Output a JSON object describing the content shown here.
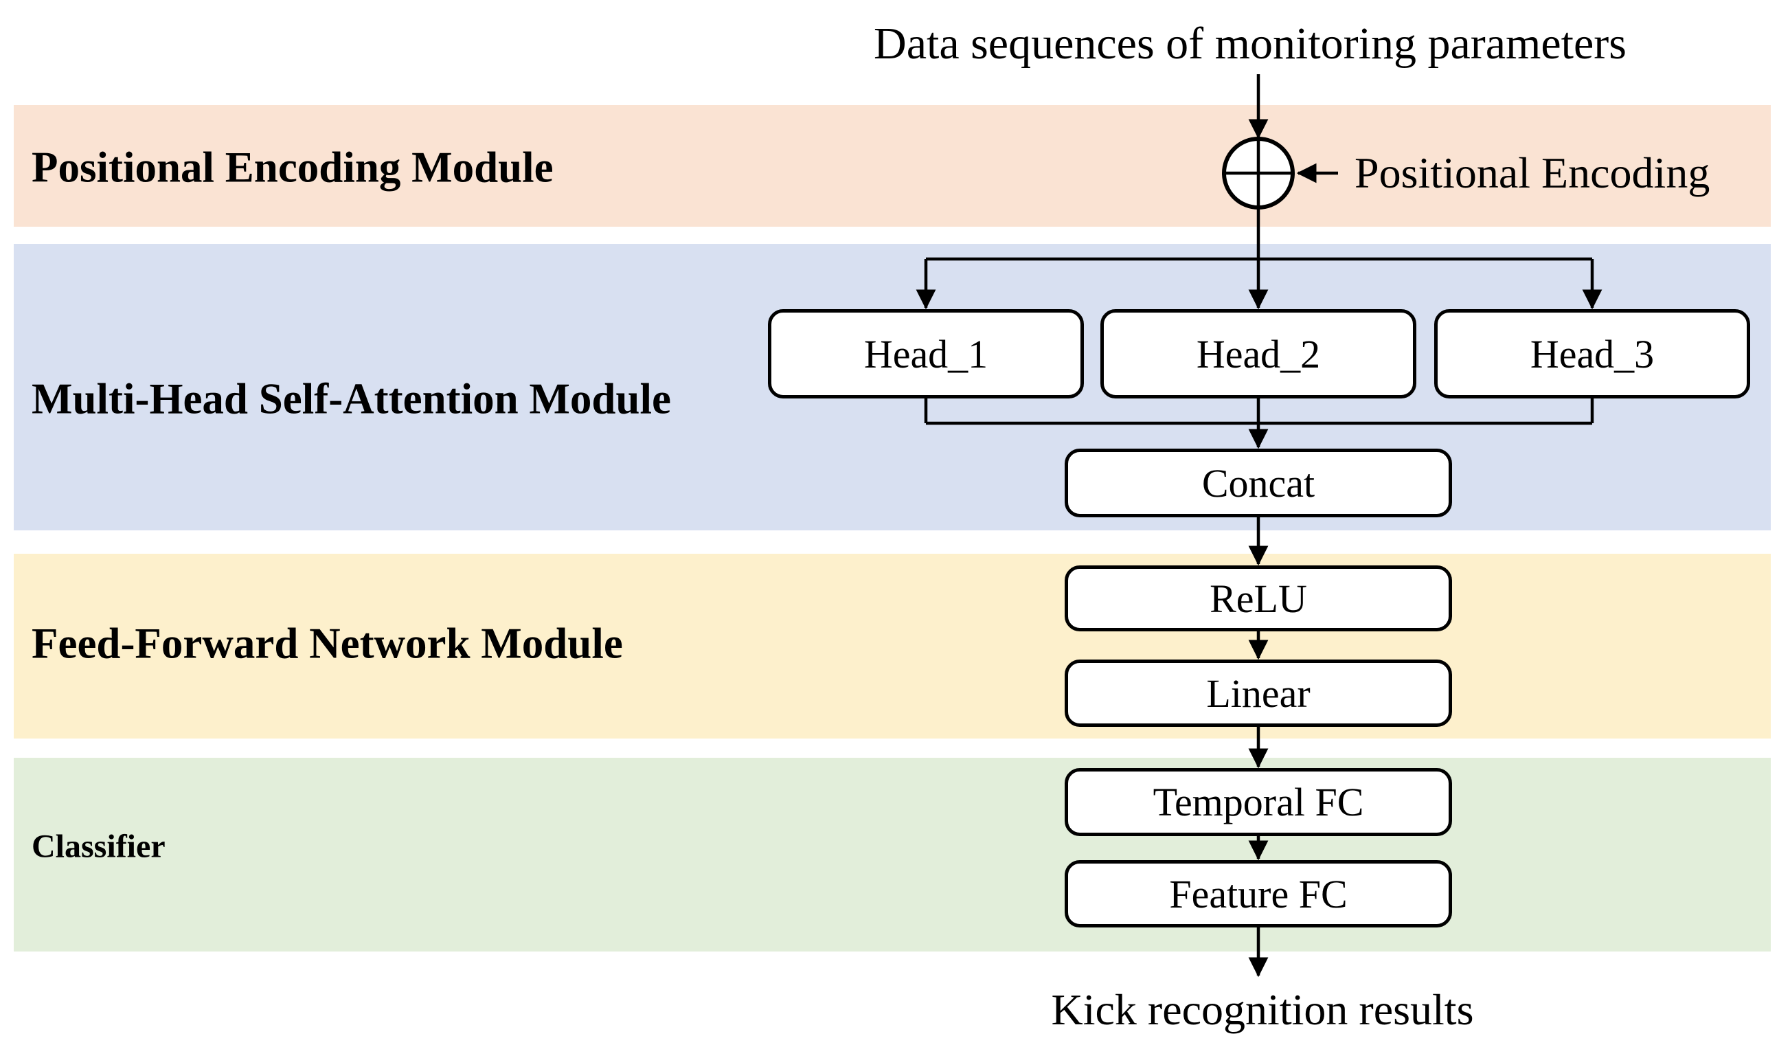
{
  "figure": {
    "input_label": "Data sequences of monitoring parameters",
    "output_label": "Kick recognition results",
    "modules": [
      {
        "label": "Positional Encoding Module",
        "color": "#fae3d3"
      },
      {
        "label": "Multi-Head Self-Attention Module",
        "color": "#d8e0f1"
      },
      {
        "label": "Feed-Forward Network Module",
        "color": "#fdf0cc"
      },
      {
        "label": "Classifier",
        "color": "#e2eeda"
      }
    ],
    "positional_encoding": {
      "annotation": "Positional Encoding",
      "operator_icon": "circled-plus"
    },
    "attention_heads": [
      {
        "label": "Head_1"
      },
      {
        "label": "Head_2"
      },
      {
        "label": "Head_3"
      }
    ],
    "concat_block": {
      "label": "Concat"
    },
    "ffn_blocks": [
      {
        "label": "ReLU"
      },
      {
        "label": "Linear"
      }
    ],
    "classifier_blocks": [
      {
        "label": "Temporal FC"
      },
      {
        "label": "Feature FC"
      }
    ],
    "line_color": "#000000",
    "box_fill_color": "#ffffff",
    "box_border_color": "#000000"
  }
}
